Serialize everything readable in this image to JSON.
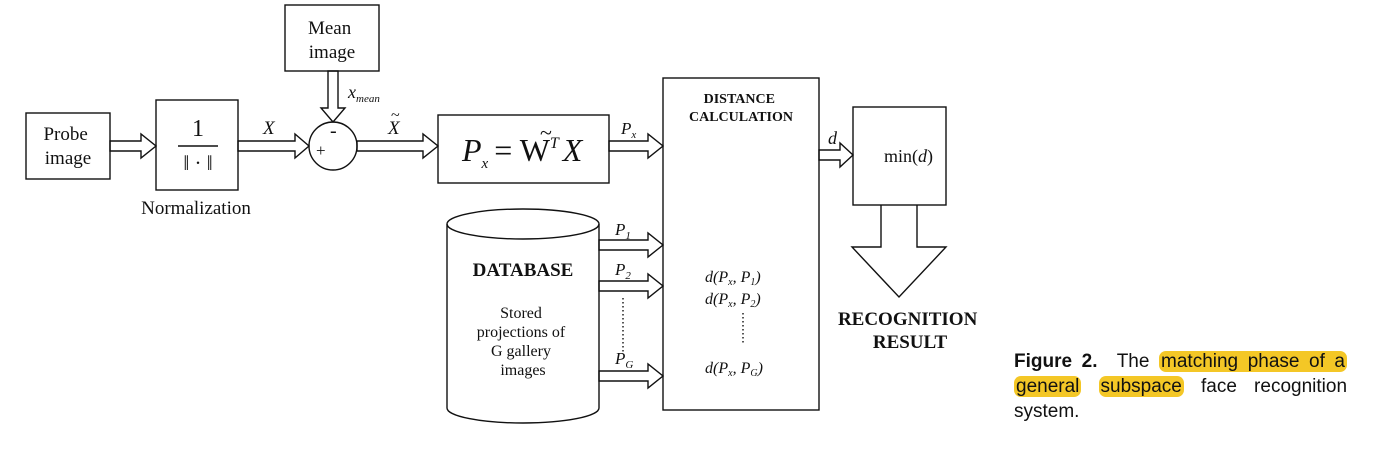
{
  "diagram": {
    "probe": [
      "Probe",
      "image"
    ],
    "normalization": {
      "numerator": "1",
      "denominator": "‖ · ‖",
      "label": "Normalization"
    },
    "x_label": "X",
    "mean_image": [
      "Mean",
      "image"
    ],
    "x_mean": {
      "base": "x",
      "sub": "mean"
    },
    "summer": {
      "plus": "+",
      "minus": "-"
    },
    "x_tilde": "X",
    "projection": {
      "lhs": "P",
      "lhs_sub": "x",
      "eq": "= W",
      "sup": "T",
      "rhs": "X"
    },
    "px_label": {
      "base": "P",
      "sub": "x"
    },
    "distance": {
      "title": [
        "DISTANCE",
        "CALCULATION"
      ],
      "rows": [
        {
          "pre": "d(P",
          "s1": "x",
          "mid": ", P",
          "s2": "1",
          "post": ")"
        },
        {
          "pre": "d(P",
          "s1": "x",
          "mid": ", P",
          "s2": "2",
          "post": ")"
        },
        {
          "pre": "d(P",
          "s1": "x",
          "mid": ", P",
          "s2": "G",
          "post": ")"
        }
      ]
    },
    "d_label": "d",
    "min": {
      "text": "min(",
      "var": "d",
      "close": ")"
    },
    "result": [
      "RECOGNITION",
      "RESULT"
    ],
    "database": {
      "title": "DATABASE",
      "lines": [
        "Stored",
        "projections of",
        "G gallery",
        "images"
      ]
    },
    "gallery_arrows": [
      {
        "base": "P",
        "sub": "1"
      },
      {
        "base": "P",
        "sub": "2"
      },
      {
        "base": "P",
        "sub": "G"
      }
    ]
  },
  "caption": {
    "label": "Figure 2.",
    "pre": "The",
    "highlight1": "matching phase of a",
    "highlight2": "general",
    "highlight3": "subspace",
    "post": "face recognition system."
  }
}
